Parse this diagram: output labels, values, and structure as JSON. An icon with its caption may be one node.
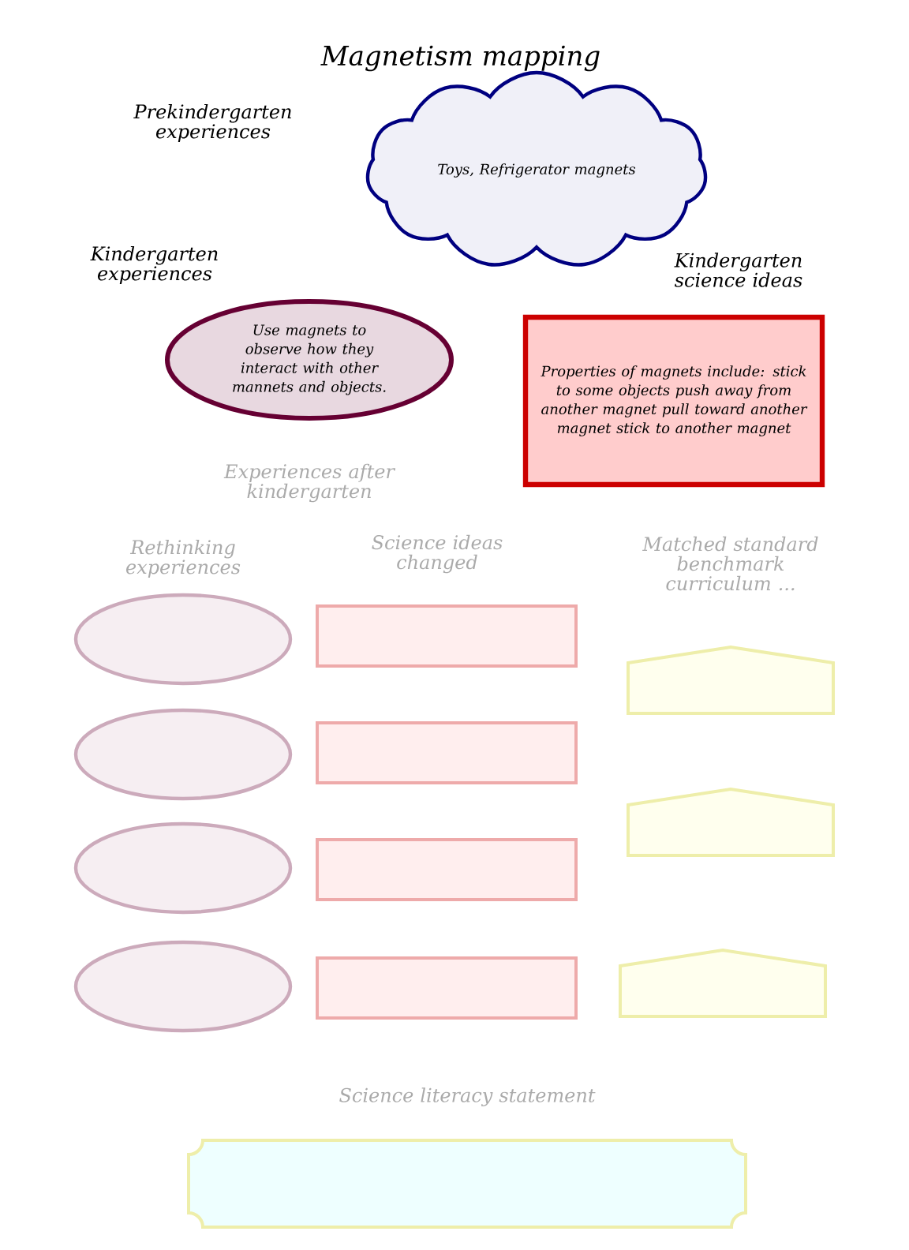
{
  "diagram": {
    "title": "Magnetism mapping",
    "nodes": [
      {
        "text": [
          "Prekindergarten experiences",
          "Toys, Refrigerator magnets"
        ]
      },
      {
        "text": [
          "Kindergarten experiences",
          "Use magnets to observe how they interact with other mannets and objects."
        ]
      },
      {
        "text": [
          "Kindergarten science ideas",
          "Properties of magnets include: stick to some objects push away from another magnet pull toward another magnet stick to another magnet"
        ]
      },
      {
        "text": [],
        "shape": "ellipse"
      },
      {
        "text": [],
        "shape": "ellipse"
      },
      {
        "text": [],
        "shape": "ellipse"
      },
      {
        "text": [],
        "shape": "ellipse"
      },
      {
        "text": [],
        "shape": "box"
      },
      {
        "text": [],
        "shape": "box"
      },
      {
        "text": [],
        "shape": "box"
      },
      {
        "text": [],
        "shape": "box"
      },
      {
        "text": [],
        "shape": "pentagon"
      },
      {
        "text": [],
        "shape": "pentagon"
      },
      {
        "text": [],
        "shape": "pentagon"
      },
      {
        "text": [
          "Science literacy statement"
        ]
      }
    ],
    "edges": [],
    "labels": [
      "Experiences after kindergarten",
      "Rethinking experiences",
      "Science ideas changed",
      "Matched standard benchmark curriculum ..."
    ]
  }
}
